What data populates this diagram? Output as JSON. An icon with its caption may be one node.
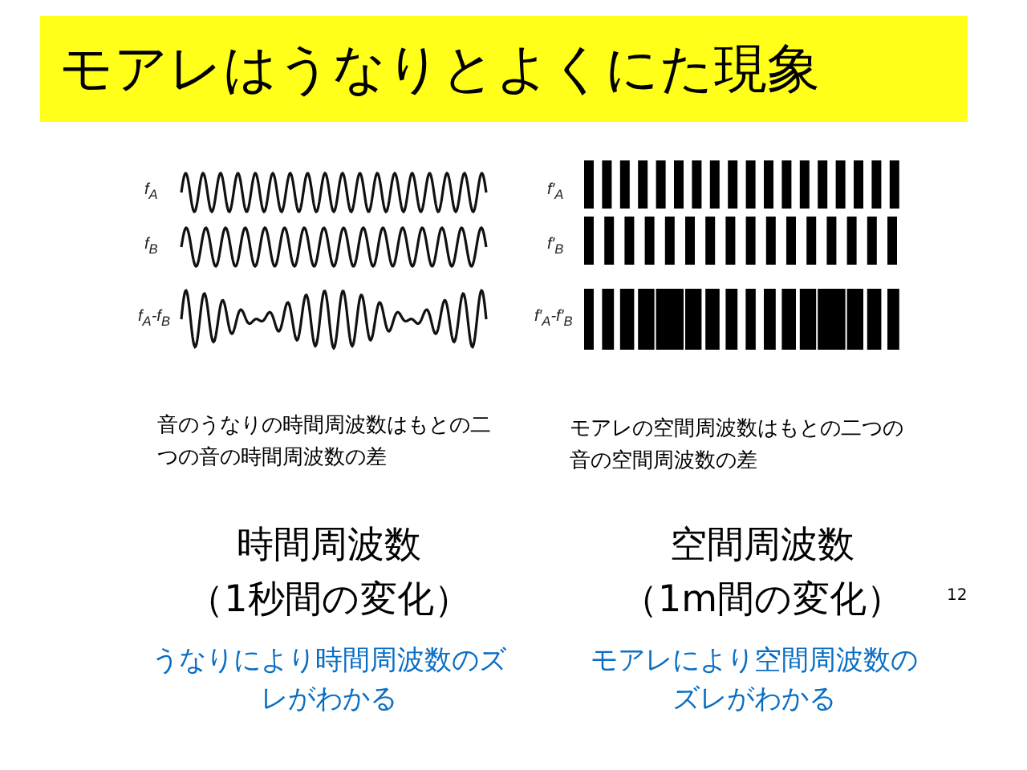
{
  "diagram": {
    "title": "モアレはうなりとよくにた現象",
    "labels": [
      "f$_{A}$",
      "f′$_{A}$",
      "f$_{B}$",
      "f′$_{B}$",
      "f$_{A}$-f$_{B}$",
      "f′$_{A}$-f′$_{B}$",
      "音のうなりの時間周波数はもとの二つの音の時間周波数の差",
      "モアレの空間周波数はもとの二つの音の空間周波数の差",
      "時間周波数",
      "空間周波数",
      "（1秒間の変化）",
      "（1m間の変化）",
      "12",
      "うなりにより時間周波数のズレがわかる",
      "モアレにより空間周波数のズレがわかる"
    ]
  }
}
